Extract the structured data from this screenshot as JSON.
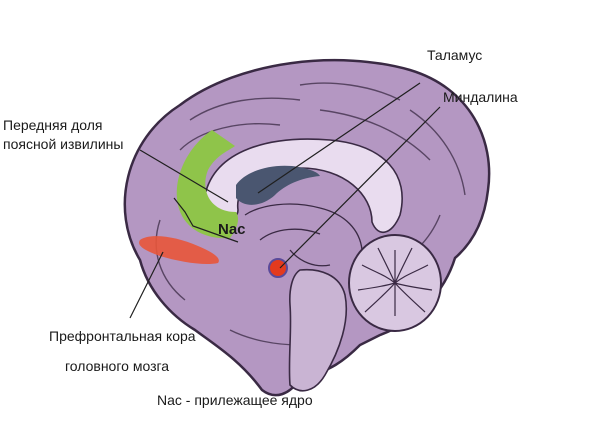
{
  "labels": {
    "thalamus": "Таламус",
    "amygdala": "Миндалина",
    "cingulate_line1": "Передняя доля",
    "cingulate_line2": "поясной извилины",
    "nac": "Nac",
    "prefrontal_line1": "Префронтальная кора",
    "prefrontal_line2": "головного мозга",
    "legend": "Nac - прилежащее ядро"
  },
  "colors": {
    "brain": "#b497c2",
    "brain_outline": "#3a2a44",
    "cingulate_area": "#8fc44a",
    "prefrontal_area": "#e8553a",
    "thalamus": "#4a5670",
    "nucleus_accumbens": "#e33a1e",
    "leader_line": "#1f1f1f"
  }
}
